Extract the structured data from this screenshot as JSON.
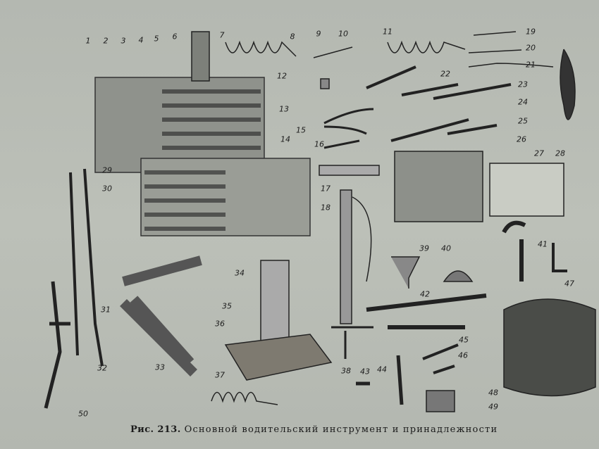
{
  "caption": {
    "figure": "Рис. 213.",
    "text": "Основной водительский инструмент и принадлежности"
  },
  "callouts": [
    "1",
    "2",
    "3",
    "4",
    "5",
    "6",
    "7",
    "8",
    "9",
    "10",
    "11",
    "12",
    "13",
    "14",
    "15",
    "16",
    "17",
    "18",
    "19",
    "20",
    "21",
    "22",
    "23",
    "24",
    "25",
    "26",
    "27",
    "28",
    "29",
    "30",
    "31",
    "32",
    "33",
    "34",
    "35",
    "36",
    "37",
    "38",
    "39",
    "40",
    "41",
    "42",
    "43",
    "44",
    "45",
    "46",
    "47",
    "48",
    "49",
    "50"
  ]
}
